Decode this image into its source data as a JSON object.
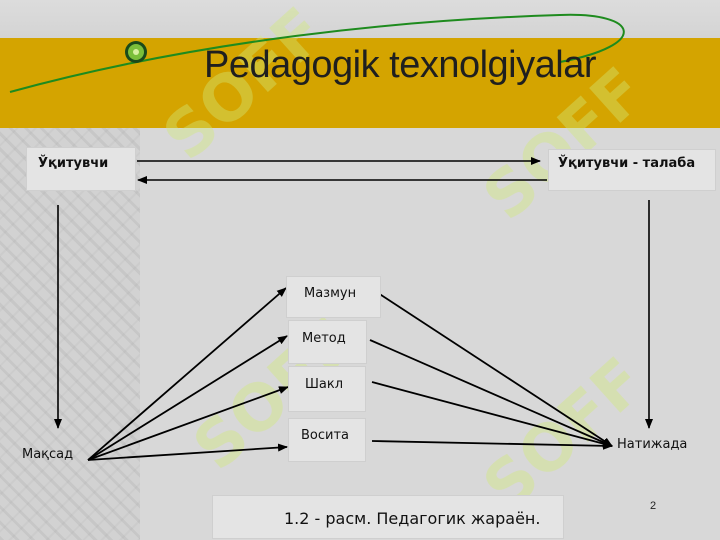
{
  "slide": {
    "title": "Pedagogik texnolgiyalar",
    "caption": "1.2 - расм. Педагогик жараён.",
    "page_number": "2",
    "watermark_text": "SOFF"
  },
  "colors": {
    "title_band": "#d4a400",
    "background": "#d8d8d8",
    "node_bg": "#e4e4e4",
    "arrow": "#000000",
    "curve": "#1e8b1e",
    "watermark": "#d2eb78"
  },
  "nodes": {
    "teacher": "Ўқитувчи",
    "teacher_student": "Ўқитувчи - талаба",
    "content": "Мазмун",
    "method": "Метод",
    "form": "Шакл",
    "means": "Восита",
    "goal": "Мақсад",
    "result": "Натижада"
  }
}
